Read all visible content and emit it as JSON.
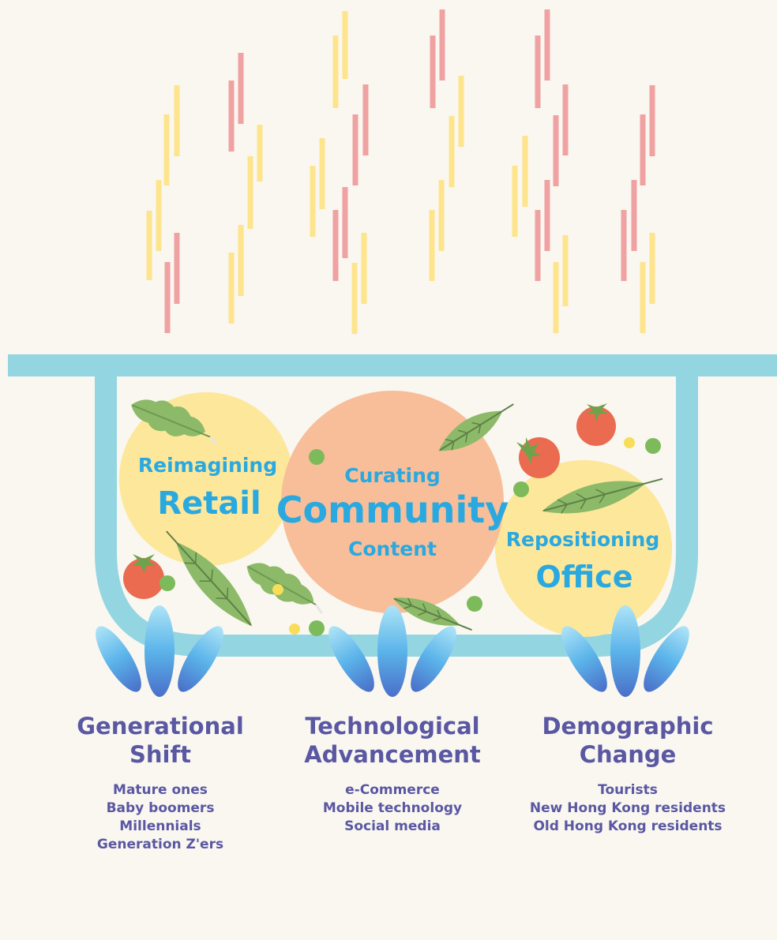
{
  "pot": {
    "circles": [
      {
        "id": "retail",
        "small": "Reimagining",
        "big": "Retail"
      },
      {
        "id": "community",
        "top": "Curating",
        "big": "Community",
        "bottom": "Content"
      },
      {
        "id": "office",
        "small": "Repositioning",
        "big": "Office"
      }
    ]
  },
  "drivers": [
    {
      "title_line1": "Generational",
      "title_line2": "Shift",
      "items": [
        "Mature ones",
        "Baby boomers",
        "Millennials",
        "Generation Z'ers"
      ]
    },
    {
      "title_line1": "Technological",
      "title_line2": "Advancement",
      "items": [
        "e-Commerce",
        "Mobile technology",
        "Social media"
      ]
    },
    {
      "title_line1": "Demographic",
      "title_line2": "Change",
      "items": [
        "Tourists",
        "New Hong Kong residents",
        "Old Hong Kong residents"
      ]
    }
  ],
  "colors": {
    "background": "#f9f7f0",
    "pot": "#94d5e2",
    "retail_circle": "#fde79a",
    "community_circle": "#f8be99",
    "office_circle": "#fde79a",
    "steam_yellow": "#fde48d",
    "steam_pink": "#f0a2a3",
    "circle_text": "#2aa9e0",
    "driver_text": "#5a57a3",
    "leaf": "#8cba68",
    "tomato": "#ea6b50",
    "pea": "#7dbb5a"
  }
}
